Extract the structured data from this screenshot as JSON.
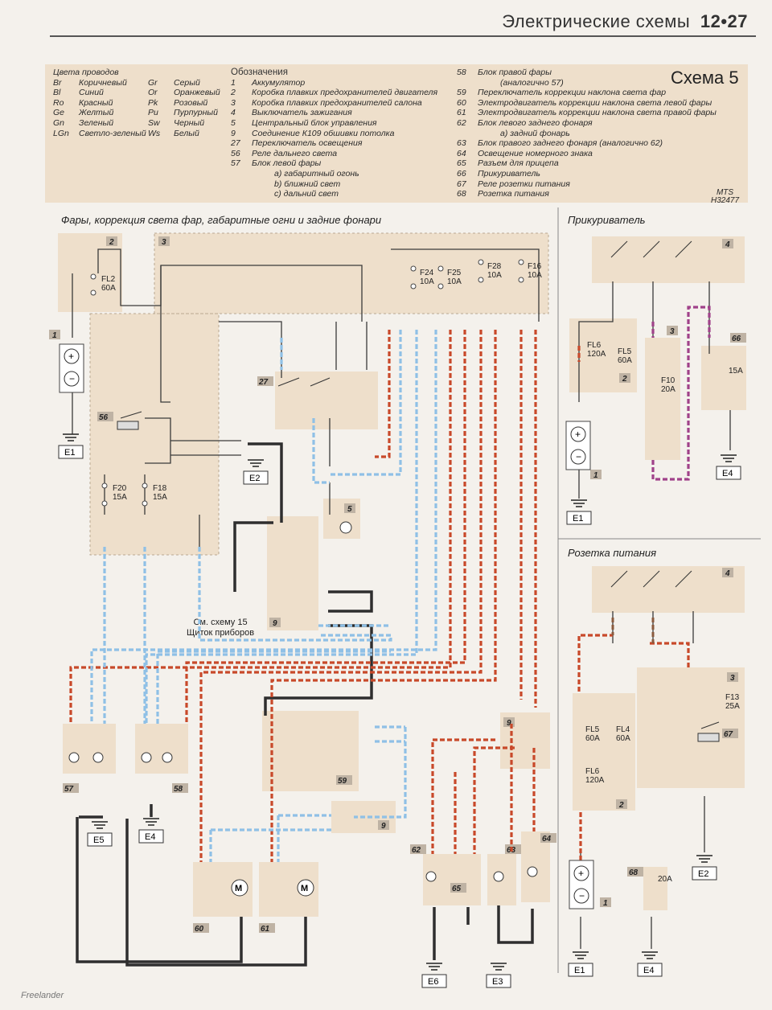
{
  "header": {
    "title": "Электрические схемы",
    "page": "12•27"
  },
  "scheme_title": "Схема 5",
  "wire_colors": {
    "title": "Цвета проводов",
    "left": [
      {
        "code": "Br",
        "name": "Коричневый"
      },
      {
        "code": "Bl",
        "name": "Синий"
      },
      {
        "code": "Ro",
        "name": "Красный"
      },
      {
        "code": "Ge",
        "name": "Желтый"
      },
      {
        "code": "Gn",
        "name": "Зеленый"
      },
      {
        "code": "LGn",
        "name": "Светло-зеленый"
      }
    ],
    "right": [
      {
        "code": "Gr",
        "name": "Серый"
      },
      {
        "code": "Or",
        "name": "Оранжевый"
      },
      {
        "code": "Pk",
        "name": "Розовый"
      },
      {
        "code": "Pu",
        "name": "Пурпурный"
      },
      {
        "code": "Sw",
        "name": "Черный"
      },
      {
        "code": "Ws",
        "name": "Белый"
      }
    ]
  },
  "designations": {
    "title": "Обозначения",
    "items": [
      {
        "n": "1",
        "t": "Аккумулятор"
      },
      {
        "n": "2",
        "t": "Коробка плавких предохранителей двигателя"
      },
      {
        "n": "3",
        "t": "Коробка плавких предохранителей салона"
      },
      {
        "n": "4",
        "t": "Выключатель зажигания"
      },
      {
        "n": "5",
        "t": "Центральный блок управления"
      },
      {
        "n": "9",
        "t": "Соединение К109 обшивки потолка"
      },
      {
        "n": "27",
        "t": "Переключатель освещения"
      },
      {
        "n": "56",
        "t": "Реле дальнего света"
      },
      {
        "n": "57",
        "t": "Блок левой фары"
      },
      {
        "n": "",
        "t": "а) габаритный огонь"
      },
      {
        "n": "",
        "t": "b) ближний свет"
      },
      {
        "n": "",
        "t": "с) дальний свет"
      }
    ],
    "items2": [
      {
        "n": "58",
        "t": "Блок правой фары"
      },
      {
        "n": "",
        "t": "(аналогично 57)"
      },
      {
        "n": "59",
        "t": "Переключатель коррекции наклона света фар"
      },
      {
        "n": "60",
        "t": "Электродвигатель коррекции наклона света левой фары"
      },
      {
        "n": "61",
        "t": "Электродвигатель коррекции наклона света правой фары"
      },
      {
        "n": "62",
        "t": "Блок левого заднего фонаря"
      },
      {
        "n": "",
        "t": "а) задний фонарь"
      },
      {
        "n": "63",
        "t": "Блок правого заднего фонаря (аналогично 62)"
      },
      {
        "n": "64",
        "t": "Освещение номерного знака"
      },
      {
        "n": "65",
        "t": "Разъем для прицепа"
      },
      {
        "n": "66",
        "t": "Прикуриватель"
      },
      {
        "n": "67",
        "t": "Реле розетки питания"
      },
      {
        "n": "68",
        "t": "Розетка питания"
      }
    ]
  },
  "mts": {
    "line1": "MTS",
    "line2": "H32477"
  },
  "sections": {
    "main": "Фары, коррекция света фар, габаритные огни и задние фонари",
    "lighter": "Прикуриватель",
    "socket": "Розетка питания"
  },
  "note": {
    "line1": "См. схему 15",
    "line2": "Щиток приборов"
  },
  "footer": "Freelander",
  "colors": {
    "box": "#eedfcb",
    "red": "#c8492a",
    "blue": "#8fc0e6",
    "purple": "#a0428a",
    "black": "#333333"
  },
  "labels": {
    "grounds": [
      "E1",
      "E2",
      "E5",
      "E4",
      "E6",
      "E3",
      "E1",
      "E4",
      "E1",
      "E4",
      "E2"
    ],
    "fuses": {
      "FL2": "FL2",
      "FL2a": "60A",
      "F24": "F24",
      "F24a": "10A",
      "F25": "F25",
      "F25a": "10A",
      "F28": "F28",
      "F28a": "10A",
      "F16": "F16",
      "F16a": "10A",
      "F20": "F20",
      "F20a": "15A",
      "F18": "F18",
      "F18a": "15A",
      "FL6": "FL6",
      "FL6a": "120A",
      "FL5": "FL5",
      "FL5a": "60A",
      "F10": "F10",
      "F10a": "20A",
      "FL4": "FL4",
      "FL4a": "60A",
      "F13": "F13",
      "F13a": "25A",
      "f66": "15A",
      "f68": "20A"
    }
  }
}
